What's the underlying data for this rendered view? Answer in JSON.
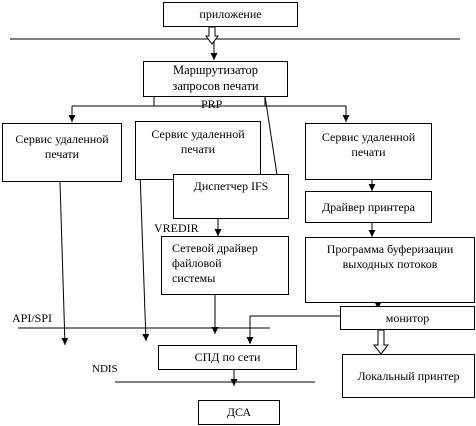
{
  "nodes": {
    "app": "приложение",
    "router": "Маршрутизатор\nзапросов печати",
    "remote_left": "Сервис удаленной\nпечати",
    "remote_mid": "Сервис удаленной\nпечати",
    "remote_right": "Сервис удаленной\nпечати",
    "ifs_dispatcher": "Диспетчер IFS",
    "printer_driver": "Драйвер принтера",
    "spooler": "Программа буферизации\nвыходных потоков",
    "net_fs_driver": "Сетевой  драйвер\nфайловой\nсистемы",
    "monitor": "монитор",
    "local_printer": "Локальный принтер",
    "net_tp": "СПД по сети",
    "dca": "ДСА"
  },
  "labels": {
    "prp": "PRP",
    "vredir": "VREDIR",
    "api_spi": "API/SPI",
    "ndis": "NDIS"
  }
}
